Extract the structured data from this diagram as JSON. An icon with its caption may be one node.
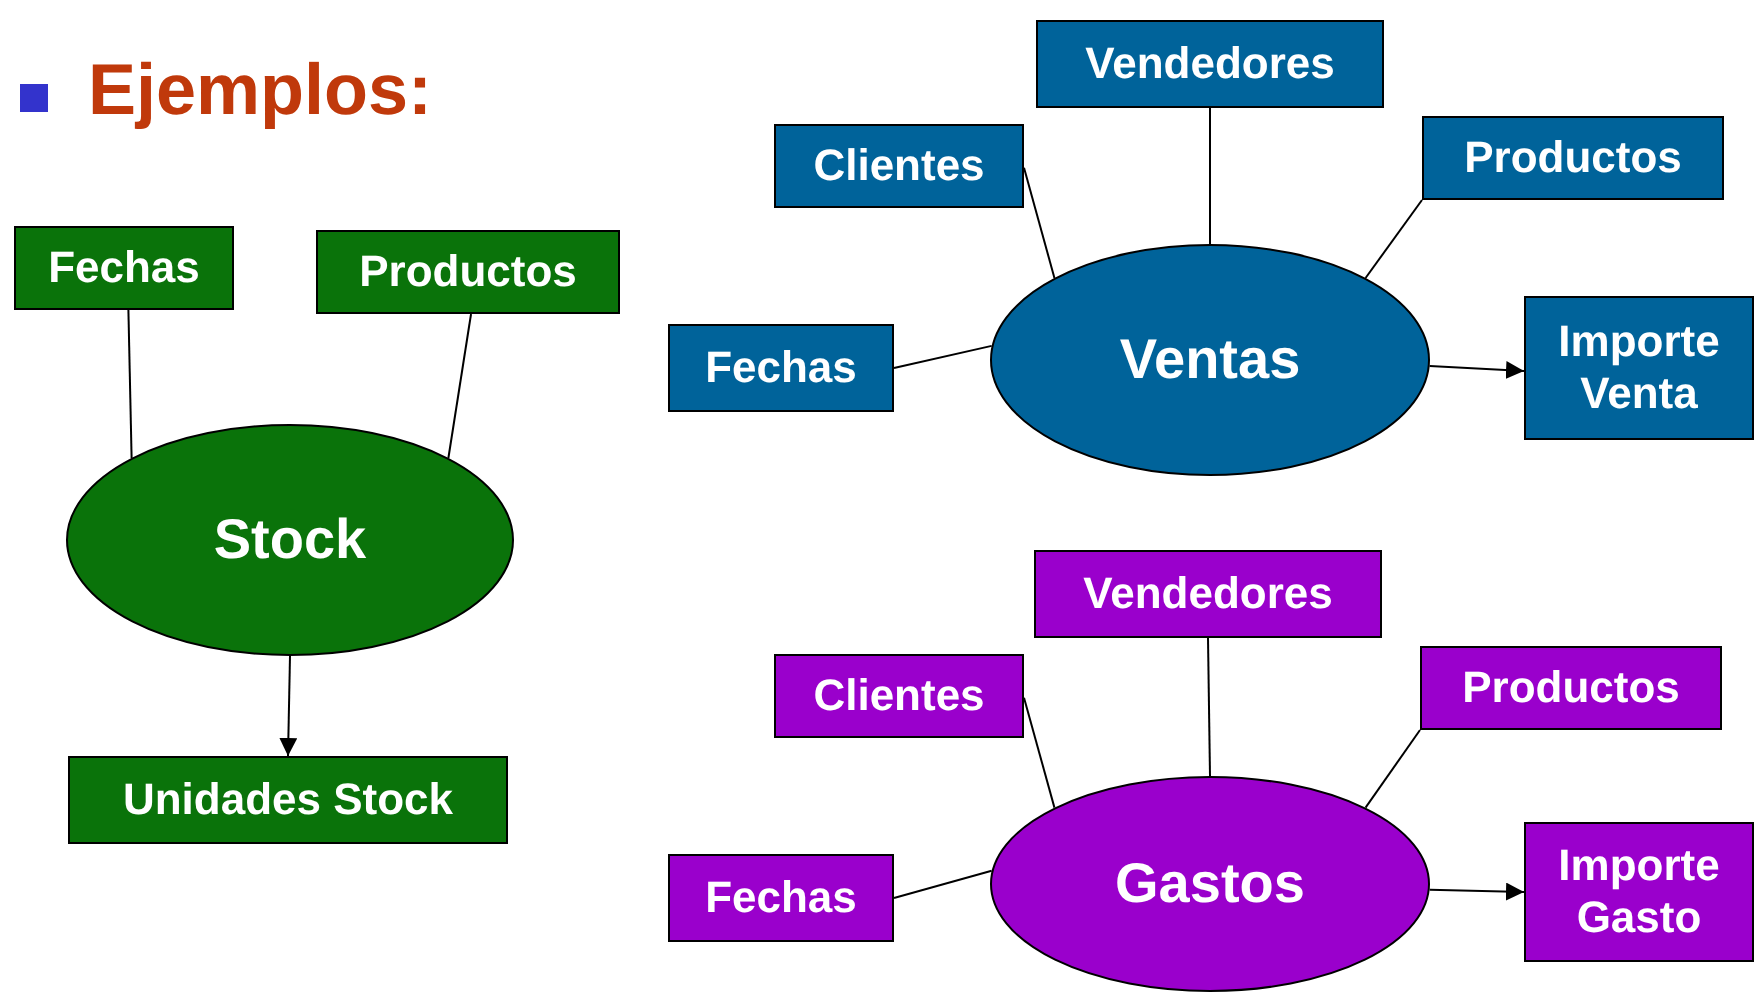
{
  "diagram": {
    "title": "Ejemplos:",
    "nodes": [
      {
        "text": [
          "Fechas"
        ]
      },
      {
        "text": [
          "Productos"
        ]
      },
      {
        "text": [
          "Stock"
        ]
      },
      {
        "text": [
          "Unidades Stock"
        ]
      },
      {
        "text": [
          "Vendedores"
        ]
      },
      {
        "text": [
          "Clientes"
        ]
      },
      {
        "text": [
          "Productos"
        ]
      },
      {
        "text": [
          "Fechas"
        ]
      },
      {
        "text": [
          "Ventas"
        ]
      },
      {
        "text": [
          "Importe Venta"
        ]
      },
      {
        "text": [
          "Vendedores"
        ]
      },
      {
        "text": [
          "Clientes"
        ]
      },
      {
        "text": [
          "Productos"
        ]
      },
      {
        "text": [
          "Fechas"
        ]
      },
      {
        "text": [
          "Gastos"
        ]
      },
      {
        "text": [
          "Importe Gasto"
        ]
      }
    ],
    "edges": [
      {
        "from": 0,
        "to": 2,
        "arrow": "none"
      },
      {
        "from": 1,
        "to": 2,
        "arrow": "none"
      },
      {
        "from": 2,
        "to": 3,
        "arrow": "to"
      },
      {
        "from": 4,
        "to": 8,
        "arrow": "none"
      },
      {
        "from": 5,
        "to": 8,
        "arrow": "none"
      },
      {
        "from": 6,
        "to": 8,
        "arrow": "none"
      },
      {
        "from": 7,
        "to": 8,
        "arrow": "none"
      },
      {
        "from": 8,
        "to": 9,
        "arrow": "to"
      },
      {
        "from": 10,
        "to": 14,
        "arrow": "none"
      },
      {
        "from": 11,
        "to": 14,
        "arrow": "none"
      },
      {
        "from": 12,
        "to": 14,
        "arrow": "none"
      },
      {
        "from": 13,
        "to": 14,
        "arrow": "none"
      },
      {
        "from": 14,
        "to": 15,
        "arrow": "to"
      }
    ]
  }
}
